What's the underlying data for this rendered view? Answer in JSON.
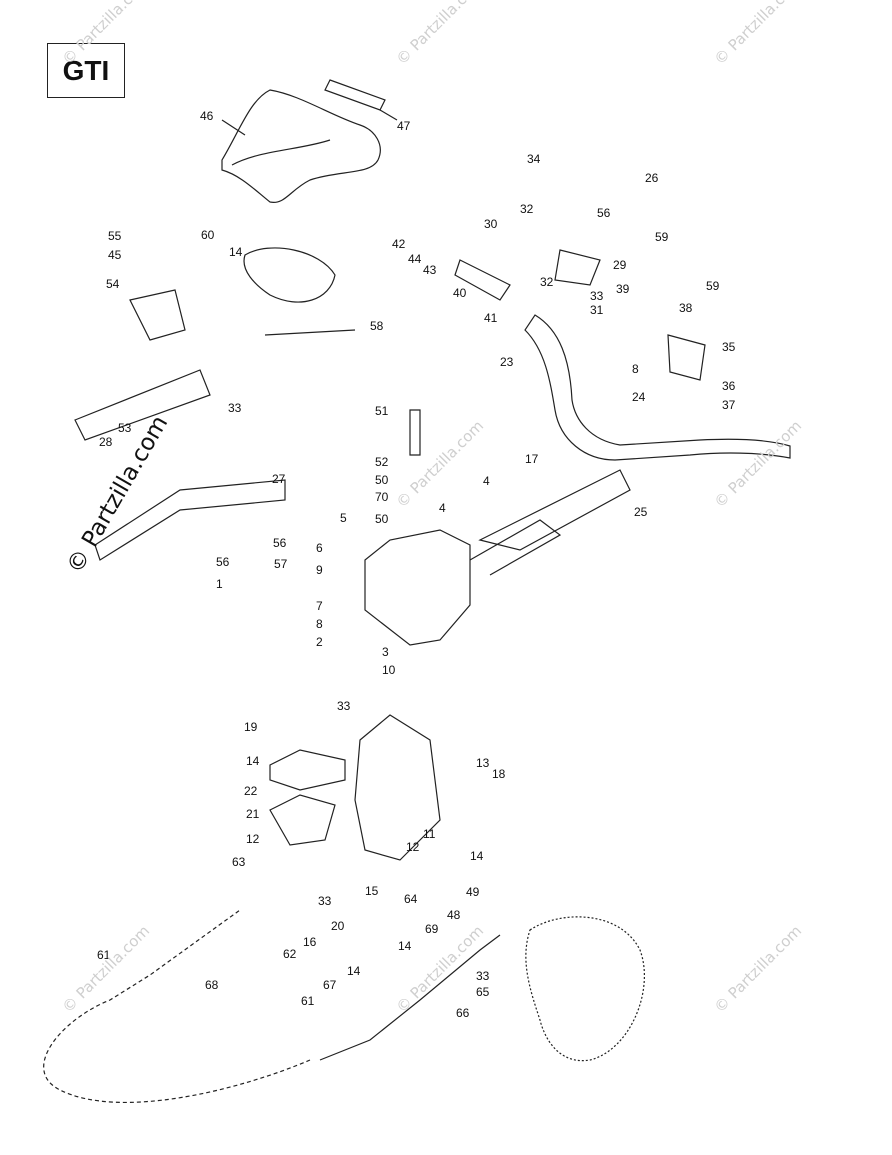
{
  "model": "GTI",
  "watermark": {
    "small": "© Partzilla.com",
    "main": "© Partzilla.com"
  },
  "callouts": [
    "46",
    "47",
    "34",
    "26",
    "32",
    "30",
    "56",
    "59",
    "42",
    "44",
    "43",
    "29",
    "40",
    "32",
    "33",
    "31",
    "39",
    "38",
    "59",
    "35",
    "41",
    "23",
    "8",
    "36",
    "37",
    "24",
    "55",
    "45",
    "60",
    "14",
    "54",
    "58",
    "33",
    "51",
    "52",
    "50",
    "70",
    "50",
    "17",
    "4",
    "4",
    "25",
    "53",
    "28",
    "27",
    "56",
    "56",
    "57",
    "1",
    "5",
    "6",
    "9",
    "7",
    "8",
    "2",
    "3",
    "10",
    "33",
    "19",
    "14",
    "13",
    "18",
    "22",
    "21",
    "12",
    "11",
    "12",
    "64",
    "63",
    "33",
    "15",
    "20",
    "14",
    "49",
    "48",
    "69",
    "14",
    "16",
    "62",
    "61",
    "68",
    "14",
    "33",
    "65",
    "67",
    "61",
    "66"
  ],
  "colors": {
    "line": "#222222",
    "watermark": "#cfcfcf"
  }
}
